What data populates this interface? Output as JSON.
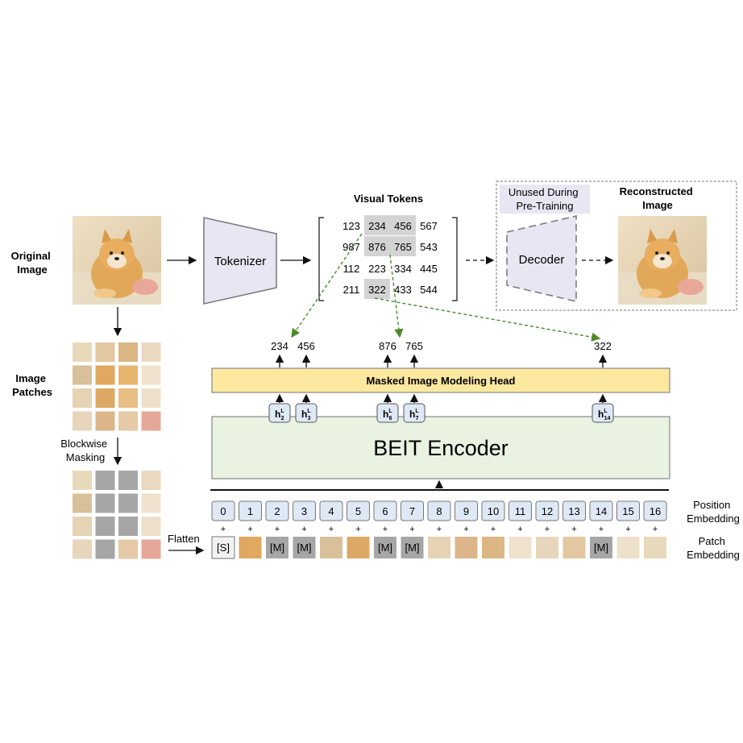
{
  "labels": {
    "original_image": [
      "Original",
      "Image"
    ],
    "image_patches": [
      "Image",
      "Patches"
    ],
    "blockwise_masking": [
      "Blockwise",
      "Masking"
    ],
    "flatten": "Flatten",
    "tokenizer": "Tokenizer",
    "visual_tokens": "Visual Tokens",
    "unused": [
      "Unused During",
      "Pre-Training"
    ],
    "decoder": "Decoder",
    "reconstructed": [
      "Reconstructed",
      "Image"
    ],
    "mim_head": "Masked Image Modeling Head",
    "encoder": "BEIT Encoder",
    "position_embedding": [
      "Position",
      "Embedding"
    ],
    "patch_embedding": [
      "Patch",
      "Embedding"
    ]
  },
  "token_grid": [
    [
      "123",
      "234",
      "456",
      "567"
    ],
    [
      "987",
      "876",
      "765",
      "543"
    ],
    [
      "112",
      "223",
      "334",
      "445"
    ],
    [
      "211",
      "322",
      "433",
      "544"
    ]
  ],
  "highlighted_tokens": [
    "234",
    "456",
    "876",
    "765",
    "322"
  ],
  "predicted_tokens": [
    "234",
    "456",
    "876",
    "765",
    "322"
  ],
  "hidden_states": [
    {
      "sub": "2",
      "sup": "L"
    },
    {
      "sub": "3",
      "sup": "L"
    },
    {
      "sub": "6",
      "sup": "L"
    },
    {
      "sub": "7",
      "sup": "L"
    },
    {
      "sub": "14",
      "sup": "L"
    }
  ],
  "positions": [
    "0",
    "1",
    "2",
    "3",
    "4",
    "5",
    "6",
    "7",
    "8",
    "9",
    "10",
    "11",
    "12",
    "13",
    "14",
    "15",
    "16"
  ],
  "plus": "+",
  "patch_tokens": [
    "[S]",
    "",
    "[M]",
    "[M]",
    "",
    "",
    "[M]",
    "[M]",
    "",
    "",
    "",
    "",
    "",
    "",
    "[M]",
    "",
    ""
  ],
  "colors": {
    "tokenizer_fill": "#e8e6f2",
    "head_fill": "#fde8a0",
    "encoder_fill": "#eaf2e1",
    "position_fill": "#dfe9f6",
    "mask_fill": "#a6a6a6",
    "token_highlight": "#d3d3d3",
    "arrow_green": "#4a8a2a",
    "unused_fill": "#e8e6f2"
  }
}
